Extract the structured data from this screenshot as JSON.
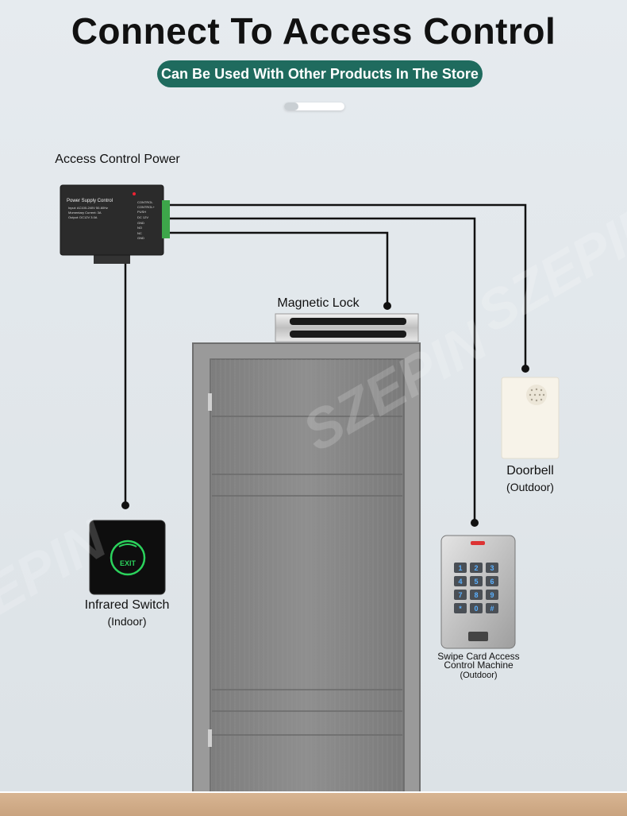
{
  "header": {
    "title": "Connect To Access Control",
    "subtitle": "Can Be Used With Other Products In The Store"
  },
  "watermark": "SZEPIN",
  "power_supply": {
    "label": "Access Control Power",
    "device_text": "Power Supply Control"
  },
  "lock": {
    "label": "Magnetic Lock"
  },
  "doorbell": {
    "label": "Doorbell",
    "sublabel": "(Outdoor)"
  },
  "infrared": {
    "label": "Infrared Switch",
    "sublabel": "(Indoor)",
    "button_text": "EXIT"
  },
  "keypad": {
    "label_line1": "Swipe Card Access",
    "label_line2": "Control Machine",
    "sublabel": "(Outdoor)",
    "keys": [
      "1",
      "2",
      "3",
      "4",
      "5",
      "6",
      "7",
      "8",
      "9",
      "*",
      "0",
      "#"
    ]
  },
  "colors": {
    "accent": "#1f6b5e",
    "wire": "#111111",
    "door": "#8a8a8a",
    "wall": "#e3e8ec",
    "floor": "#cfa883"
  }
}
